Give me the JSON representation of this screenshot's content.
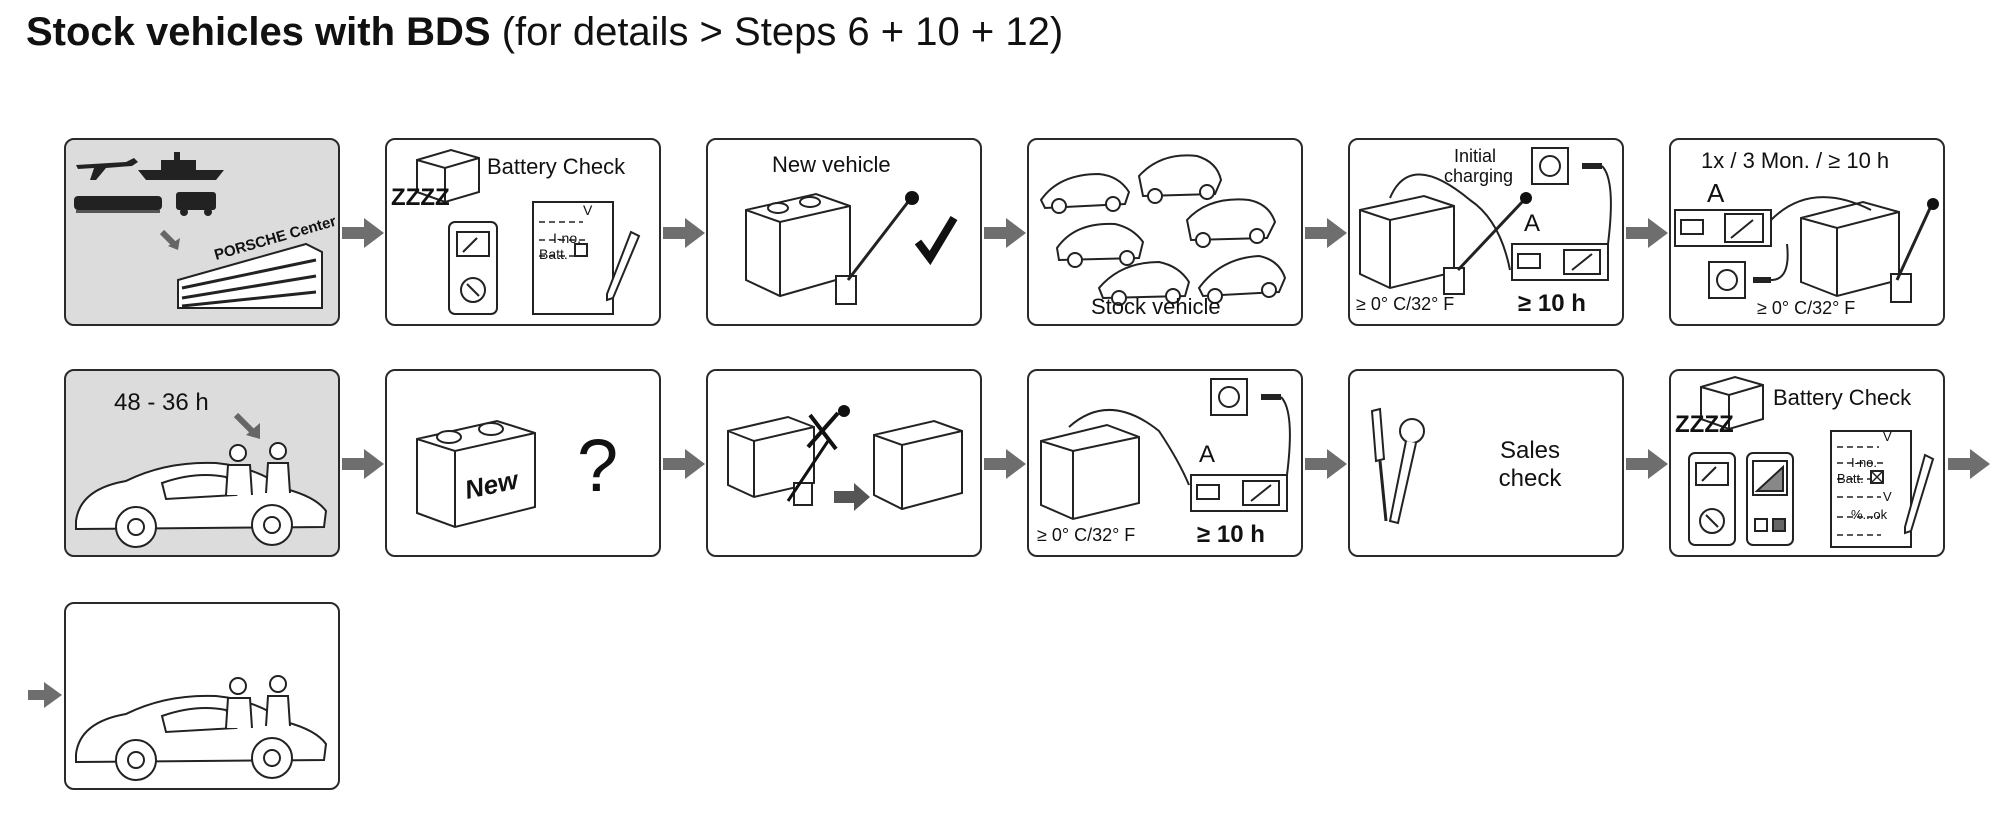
{
  "title": {
    "bold": "Stock vehicles with BDS",
    "rest": " (for details > Steps 6 + 10 + 12)"
  },
  "panels": {
    "p1": {},
    "p2": {
      "label": "Battery Check",
      "zzz": "ZZZZ",
      "form": [
        "V",
        "I-no.",
        "Batt."
      ]
    },
    "p3": {
      "label": "New vehicle"
    },
    "p4": {
      "label": "Stock  vehicle"
    },
    "p5": {
      "label": "Initial charging",
      "label_line1": "Initial",
      "label_line2": "charging",
      "temp": "≥ 0° C/32° F",
      "time": "≥ 10 h",
      "amp": "A"
    },
    "p6": {
      "label": "1x / 3 Mon. / ≥ 10 h",
      "amp": "A",
      "temp": "≥ 0° C/32° F"
    },
    "p7": {
      "label": "48 - 36 h"
    },
    "p8": {
      "battery_text": "New",
      "question": "?"
    },
    "p9": {},
    "p10": {
      "temp": "≥ 0° C/32° F",
      "time": "≥ 10 h",
      "amp": "A"
    },
    "p11": {
      "label_line1": "Sales",
      "label_line2": "check"
    },
    "p12": {
      "label": "Battery Check",
      "zzz": "ZZZZ",
      "form": [
        "V",
        "I-no.",
        "Batt.",
        "V",
        "%...ok"
      ]
    },
    "p13": {}
  },
  "logo_text": "PORSCHE Center",
  "colors": {
    "panel_border": "#2a2a2a",
    "arrow": "#6e6e6e",
    "grey_panel": "#dcdcdc"
  }
}
